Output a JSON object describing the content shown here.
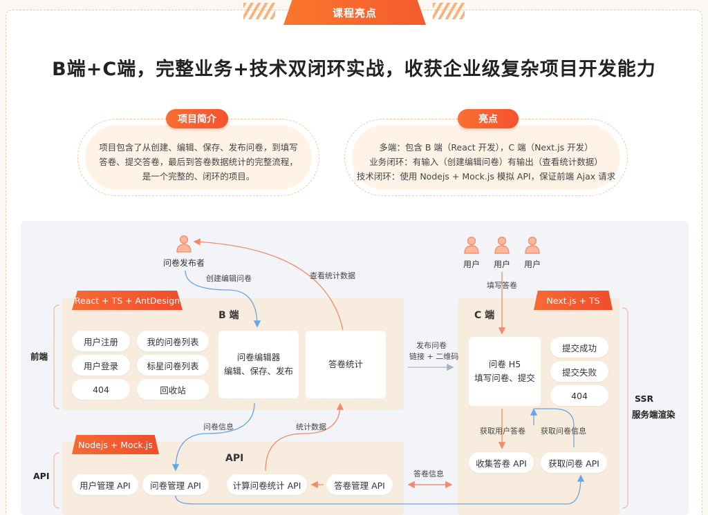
{
  "banner": {
    "title": "课程亮点"
  },
  "headline": "B端+C端，完整业务+技术双闭环实战，收获企业级复杂项目开发能力",
  "intro": {
    "title": "项目简介",
    "line1": "项目包含了从创建、编辑、保存、发布问卷，到填写",
    "line2": "答卷、提交答卷，最后到答卷数据统计的完整流程，",
    "line3": "是一个完整的、闭环的项目。"
  },
  "highlights": {
    "title": "亮点",
    "line1": "多端：包含 B 端（React 开发），C 端（Next.js 开发）",
    "line2": "业务闭环：有输入（创建编辑问卷）有输出（查看统计数据）",
    "line3": "技术闭环：使用 Nodejs + Mock.js 模拟 API，保证前端 Ajax 请求"
  },
  "diagram": {
    "publisher": "问卷发布者",
    "create_edit": "创建编辑问卷",
    "view_stats": "查看统计数据",
    "users": [
      "用户",
      "用户",
      "用户"
    ],
    "fill_answer": "填写答卷",
    "b_tag": "React + TS + AntDesign",
    "b_title": "B 端",
    "b_pills": [
      "用户注册",
      "我的问卷列表",
      "用户登录",
      "标星问卷列表",
      "404",
      "回收站"
    ],
    "editor_line1": "问卷编辑器",
    "editor_line2": "编辑、保存、发布",
    "stats_card": "答卷统计",
    "publish_line1": "发布问卷",
    "publish_line2": "链接 + 二维码",
    "c_tag": "Next.js + TS",
    "c_title": "C 端",
    "h5_line1": "问卷 H5",
    "h5_line2": "填写问卷、提交",
    "c_pills": [
      "提交成功",
      "提交失败",
      "404"
    ],
    "frontend_label": "前端",
    "api_side_label": "API",
    "ssr_line1": "SSR",
    "ssr_line2": "服务端渲染",
    "questionnaire_info": "问卷信息",
    "stats_data": "统计数据",
    "get_user_answer": "获取用户答卷",
    "get_questionnaire_info": "获取问卷信息",
    "api_tag": "Nodejs + Mock.js",
    "api_title": "API",
    "api_pills": [
      "用户管理 API",
      "问卷管理 API",
      "计算问卷统计 API",
      "答卷管理 API"
    ],
    "answer_info": "答卷信息",
    "c_api_pills": [
      "收集答卷 API",
      "获取问卷 API"
    ]
  },
  "colors": {
    "accent": "#f55a2d",
    "panel": "#f7ecdd",
    "blue_arrow": "#6aa3e8",
    "orange_arrow": "#f28b6b"
  },
  "icons": [
    "person-icon"
  ]
}
